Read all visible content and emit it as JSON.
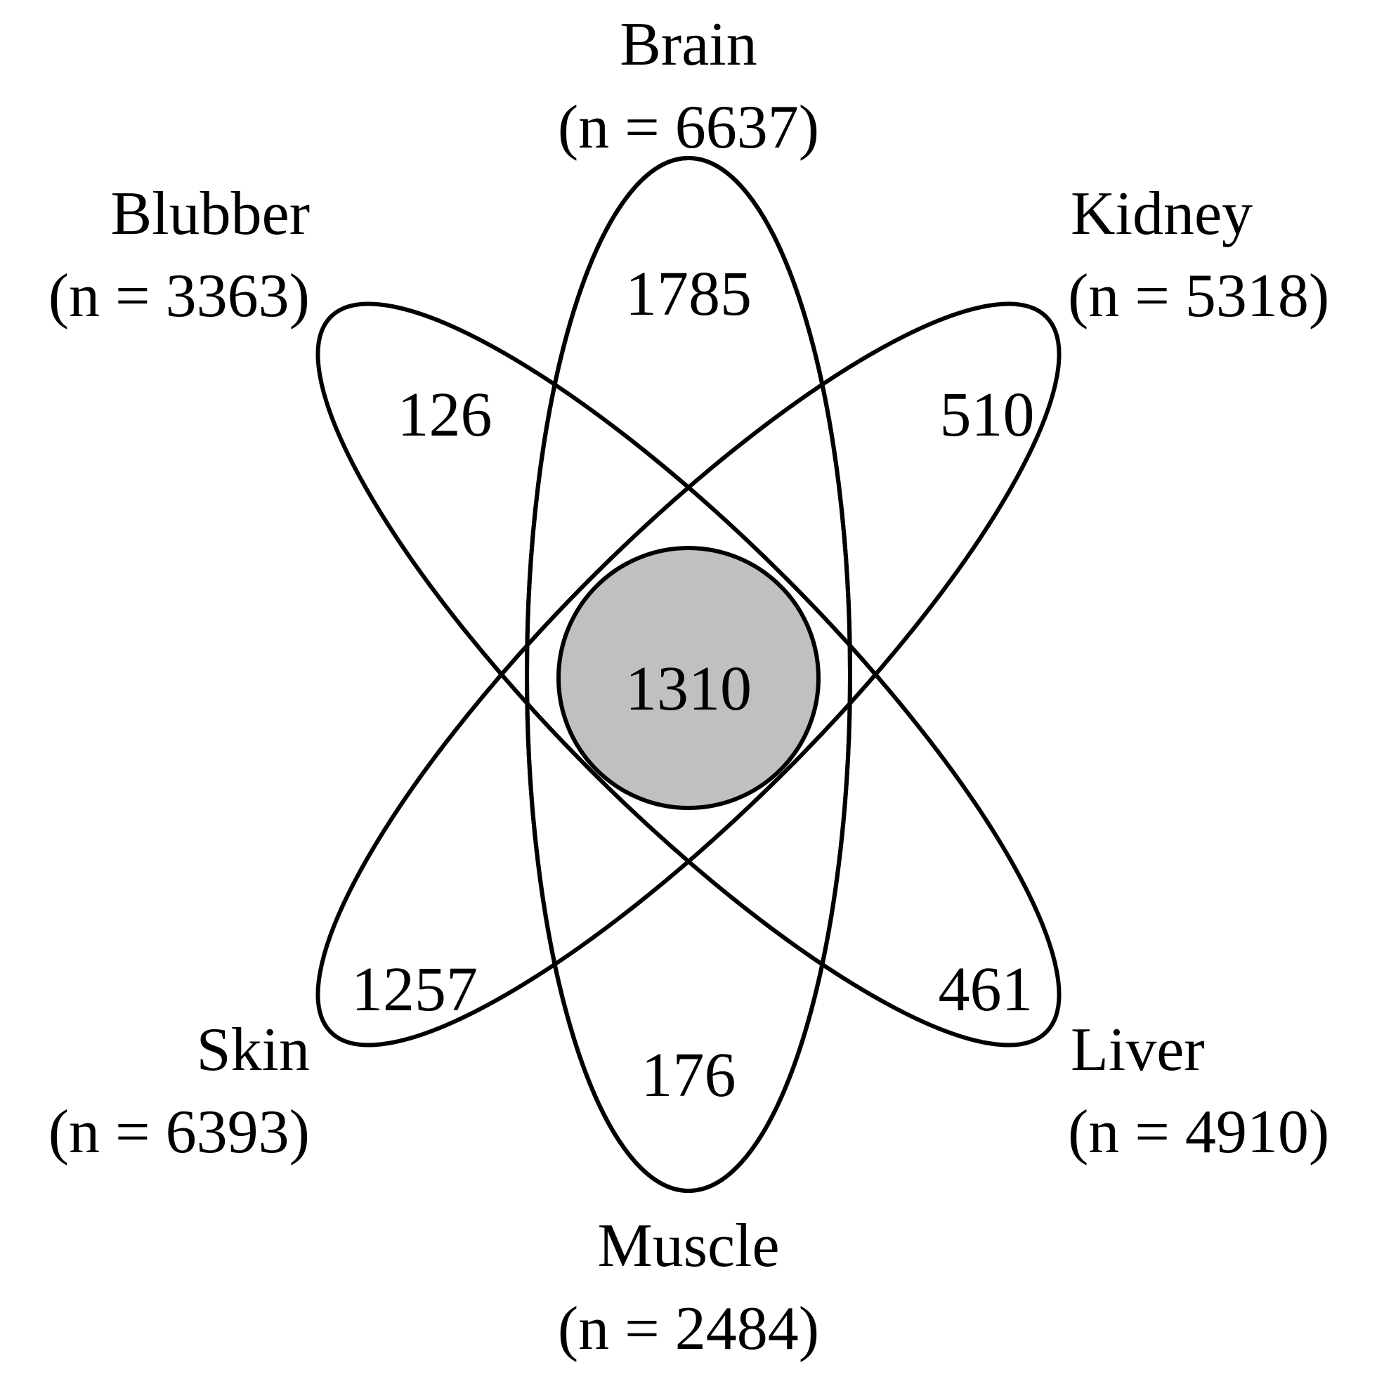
{
  "colors": {
    "outline": "#000000",
    "center_fill": "#c0c0c0",
    "background": "#ffffff"
  },
  "sets": [
    {
      "key": "brain",
      "name": "Brain",
      "count": "(n = 6637)"
    },
    {
      "key": "kidney",
      "name": "Kidney",
      "count": "(n = 5318)"
    },
    {
      "key": "liver",
      "name": "Liver",
      "count": "(n = 4910)"
    },
    {
      "key": "muscle",
      "name": "Muscle",
      "count": "(n = 2484)"
    },
    {
      "key": "skin",
      "name": "Skin",
      "count": "(n = 6393)"
    },
    {
      "key": "blubber",
      "name": "Blubber",
      "count": "(n = 3363)"
    }
  ],
  "unique_counts": {
    "brain": "1785",
    "kidney": "510",
    "liver": "461",
    "muscle": "176",
    "skin": "1257",
    "blubber": "126"
  },
  "shared_count": "1310"
}
